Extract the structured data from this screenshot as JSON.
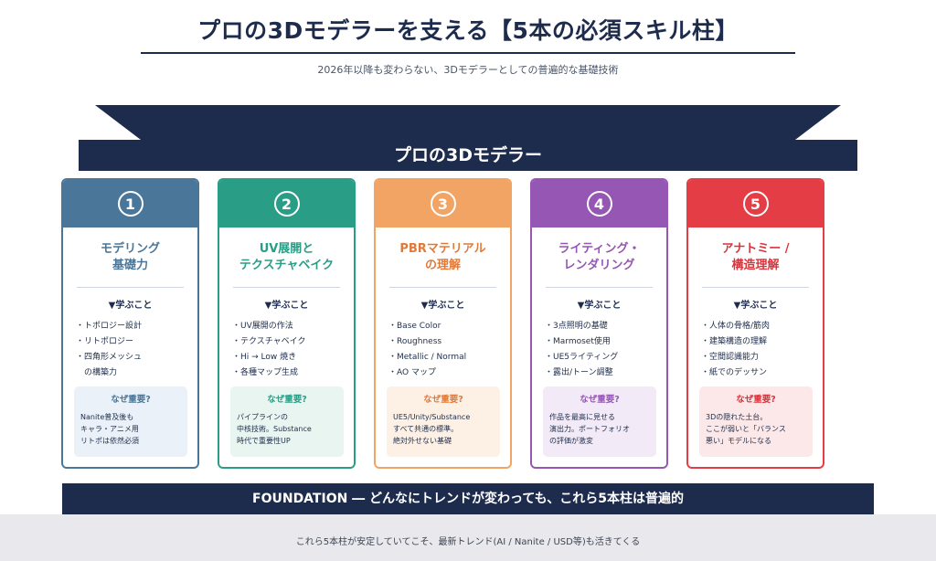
{
  "header": {
    "title": "プロの3Dモデラーを支える【5本の必須スキル柱】",
    "subtitle": "2026年以降も変わらない、3Dモデラーとしての普遍的な基礎技術"
  },
  "banner": {
    "label": "プロの3Dモデラー"
  },
  "colors": {
    "navy": "#1d2b4d",
    "pillar1": "#4a7799",
    "pillar2": "#2a9d86",
    "pillar3": "#f1a464",
    "pillar4": "#9656b4",
    "pillar5": "#e43d45"
  },
  "pillars": [
    {
      "number": "1",
      "title_line1": "モデリング",
      "title_line2": "基礎力",
      "learn_heading": "▼学ぶこと",
      "items": [
        "・トポロジー設計",
        "・リトポロジー",
        "・四角形メッシュ",
        "　の構築力"
      ],
      "why_heading": "なぜ重要?",
      "why_lines": [
        "Nanite普及後も",
        "キャラ・アニメ用",
        "リトポは依然必須"
      ]
    },
    {
      "number": "2",
      "title_line1": "UV展開と",
      "title_line2": "テクスチャベイク",
      "learn_heading": "▼学ぶこと",
      "items": [
        "・UV展開の作法",
        "・テクスチャベイク",
        "・Hi → Low 焼き",
        "・各種マップ生成"
      ],
      "why_heading": "なぜ重要?",
      "why_lines": [
        "パイプラインの",
        "中核技術。Substance",
        "時代で重要性UP"
      ]
    },
    {
      "number": "3",
      "title_line1": "PBRマテリアル",
      "title_line2": "の理解",
      "learn_heading": "▼学ぶこと",
      "items": [
        "・Base Color",
        "・Roughness",
        "・Metallic / Normal",
        "・AO マップ"
      ],
      "why_heading": "なぜ重要?",
      "why_lines": [
        "UE5/Unity/Substance",
        "すべて共通の標準。",
        "絶対外せない基礎"
      ]
    },
    {
      "number": "4",
      "title_line1": "ライティング・",
      "title_line2": "レンダリング",
      "learn_heading": "▼学ぶこと",
      "items": [
        "・3点照明の基礎",
        "・Marmoset使用",
        "・UE5ライティング",
        "・露出/トーン調整"
      ],
      "why_heading": "なぜ重要?",
      "why_lines": [
        "作品を最高に見せる",
        "演出力。ポートフォリオ",
        "の評価が激変"
      ]
    },
    {
      "number": "5",
      "title_line1": "アナトミー /",
      "title_line2": "構造理解",
      "learn_heading": "▼学ぶこと",
      "items": [
        "・人体の骨格/筋肉",
        "・建築構造の理解",
        "・空間認識能力",
        "・紙でのデッサン"
      ],
      "why_heading": "なぜ重要?",
      "why_lines": [
        "3Dの隠れた土台。",
        "ここが弱いと「バランス",
        "悪い」モデルになる"
      ]
    }
  ],
  "foundation": {
    "label": "FOUNDATION ― どんなにトレンドが変わっても、これら5本柱は普遍的"
  },
  "footer": {
    "text": "これら5本柱が安定していてこそ、最新トレンド(AI / Nanite / USD等)も活きてくる"
  }
}
